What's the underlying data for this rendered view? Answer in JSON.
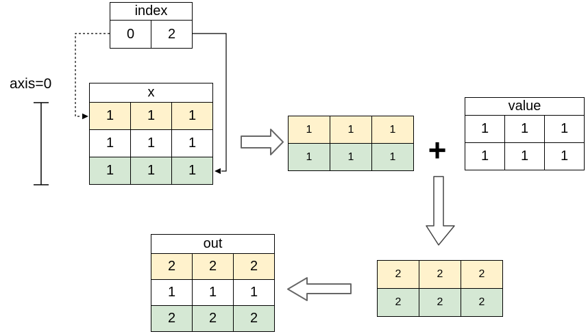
{
  "diagram": {
    "axis_label": "axis=0",
    "plus": "+",
    "colors": {
      "highlight_yellow": "#fff2cc",
      "highlight_green": "#d5e8d4",
      "cell_white": "#ffffff",
      "border": "#000000",
      "arrow_outline": "#666666"
    },
    "index_table": {
      "title": "index",
      "cells": [
        "0",
        "2"
      ]
    },
    "x_table": {
      "title": "x",
      "rows": [
        [
          "1",
          "1",
          "1"
        ],
        [
          "1",
          "1",
          "1"
        ],
        [
          "1",
          "1",
          "1"
        ]
      ],
      "row_highlights": [
        "yellow",
        "none",
        "green"
      ]
    },
    "selected_rows_table": {
      "rows": [
        [
          "1",
          "1",
          "1"
        ],
        [
          "1",
          "1",
          "1"
        ]
      ],
      "row_highlights": [
        "yellow",
        "green"
      ]
    },
    "value_table": {
      "title": "value",
      "rows": [
        [
          "1",
          "1",
          "1"
        ],
        [
          "1",
          "1",
          "1"
        ]
      ],
      "row_highlights": [
        "none",
        "none"
      ]
    },
    "sum_table": {
      "rows": [
        [
          "2",
          "2",
          "2"
        ],
        [
          "2",
          "2",
          "2"
        ]
      ],
      "row_highlights": [
        "yellow",
        "green"
      ]
    },
    "out_table": {
      "title": "out",
      "rows": [
        [
          "2",
          "2",
          "2"
        ],
        [
          "1",
          "1",
          "1"
        ],
        [
          "2",
          "2",
          "2"
        ]
      ],
      "row_highlights": [
        "yellow",
        "none",
        "green"
      ]
    }
  }
}
